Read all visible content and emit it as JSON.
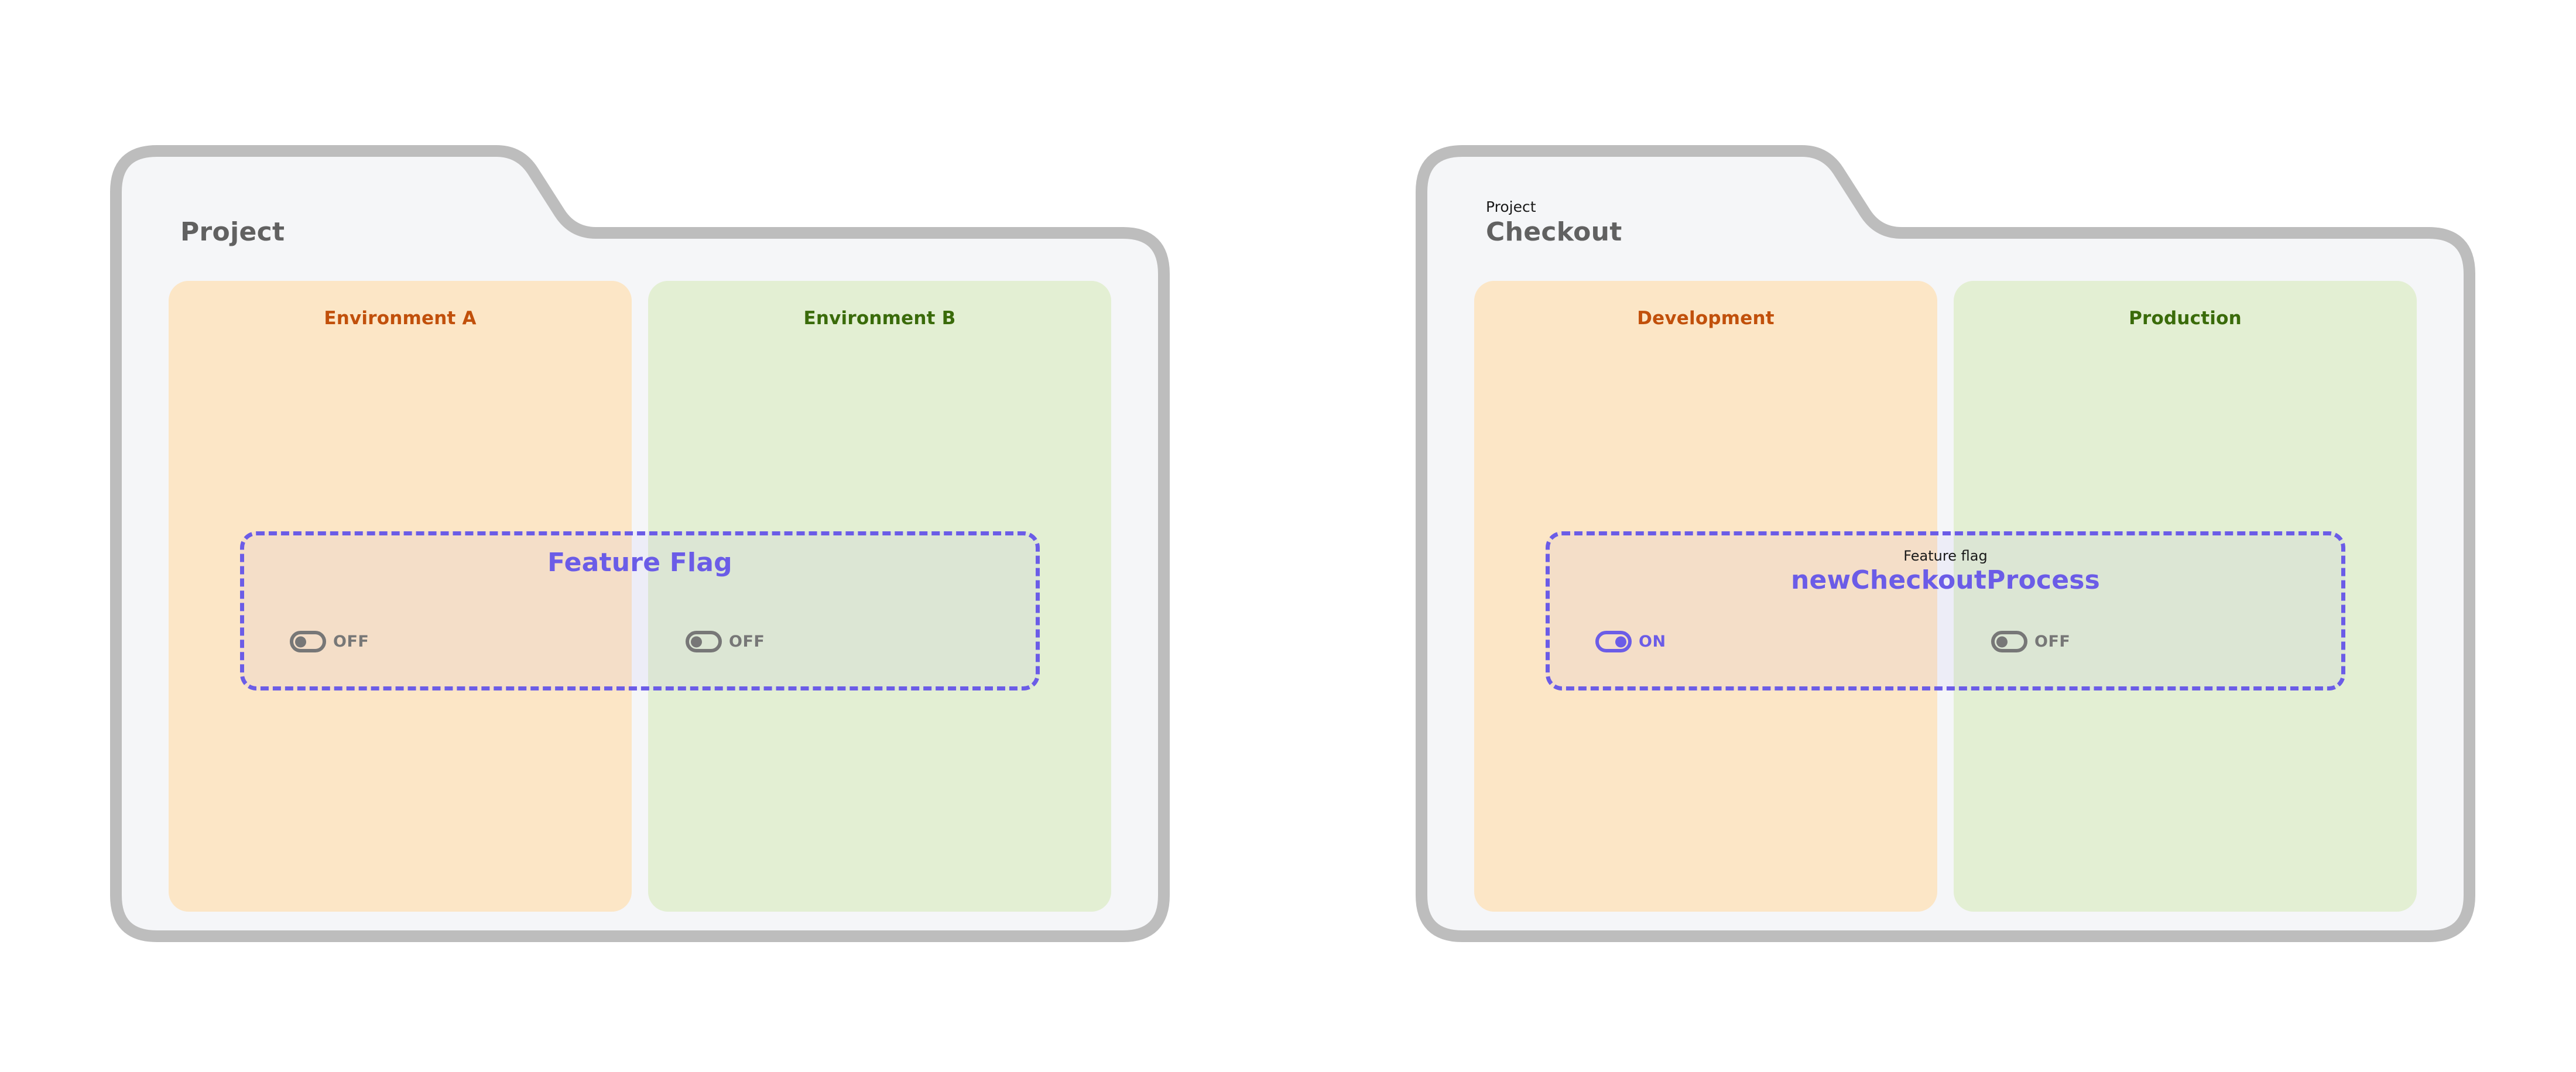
{
  "page": {
    "background": "#ffffff",
    "accent_purple": "#6B5CE7",
    "folder_border": "#BDBDBD",
    "folder_fill": "#F5F6F8",
    "dev_fill": "#FCE6C6",
    "prod_fill": "#E3EFD3",
    "dev_text": "#C1500B",
    "prod_text": "#3A6B0A",
    "title_text": "#616161"
  },
  "folders": [
    {
      "id": "generic",
      "eyebrow": "",
      "title": "Project",
      "flag": {
        "eyebrow": "",
        "name": "Feature Flag"
      },
      "environments": [
        {
          "name": "Environment A",
          "kind": "dev",
          "toggle": {
            "state": "off",
            "label": "OFF"
          }
        },
        {
          "name": "Environment B",
          "kind": "prod",
          "toggle": {
            "state": "off",
            "label": "OFF"
          }
        }
      ]
    },
    {
      "id": "checkout",
      "eyebrow": "Project",
      "title": "Checkout",
      "flag": {
        "eyebrow": "Feature flag",
        "name": "newCheckoutProcess"
      },
      "environments": [
        {
          "name": "Development",
          "kind": "dev",
          "toggle": {
            "state": "on",
            "label": "ON"
          }
        },
        {
          "name": "Production",
          "kind": "prod",
          "toggle": {
            "state": "off",
            "label": "OFF"
          }
        }
      ]
    }
  ]
}
